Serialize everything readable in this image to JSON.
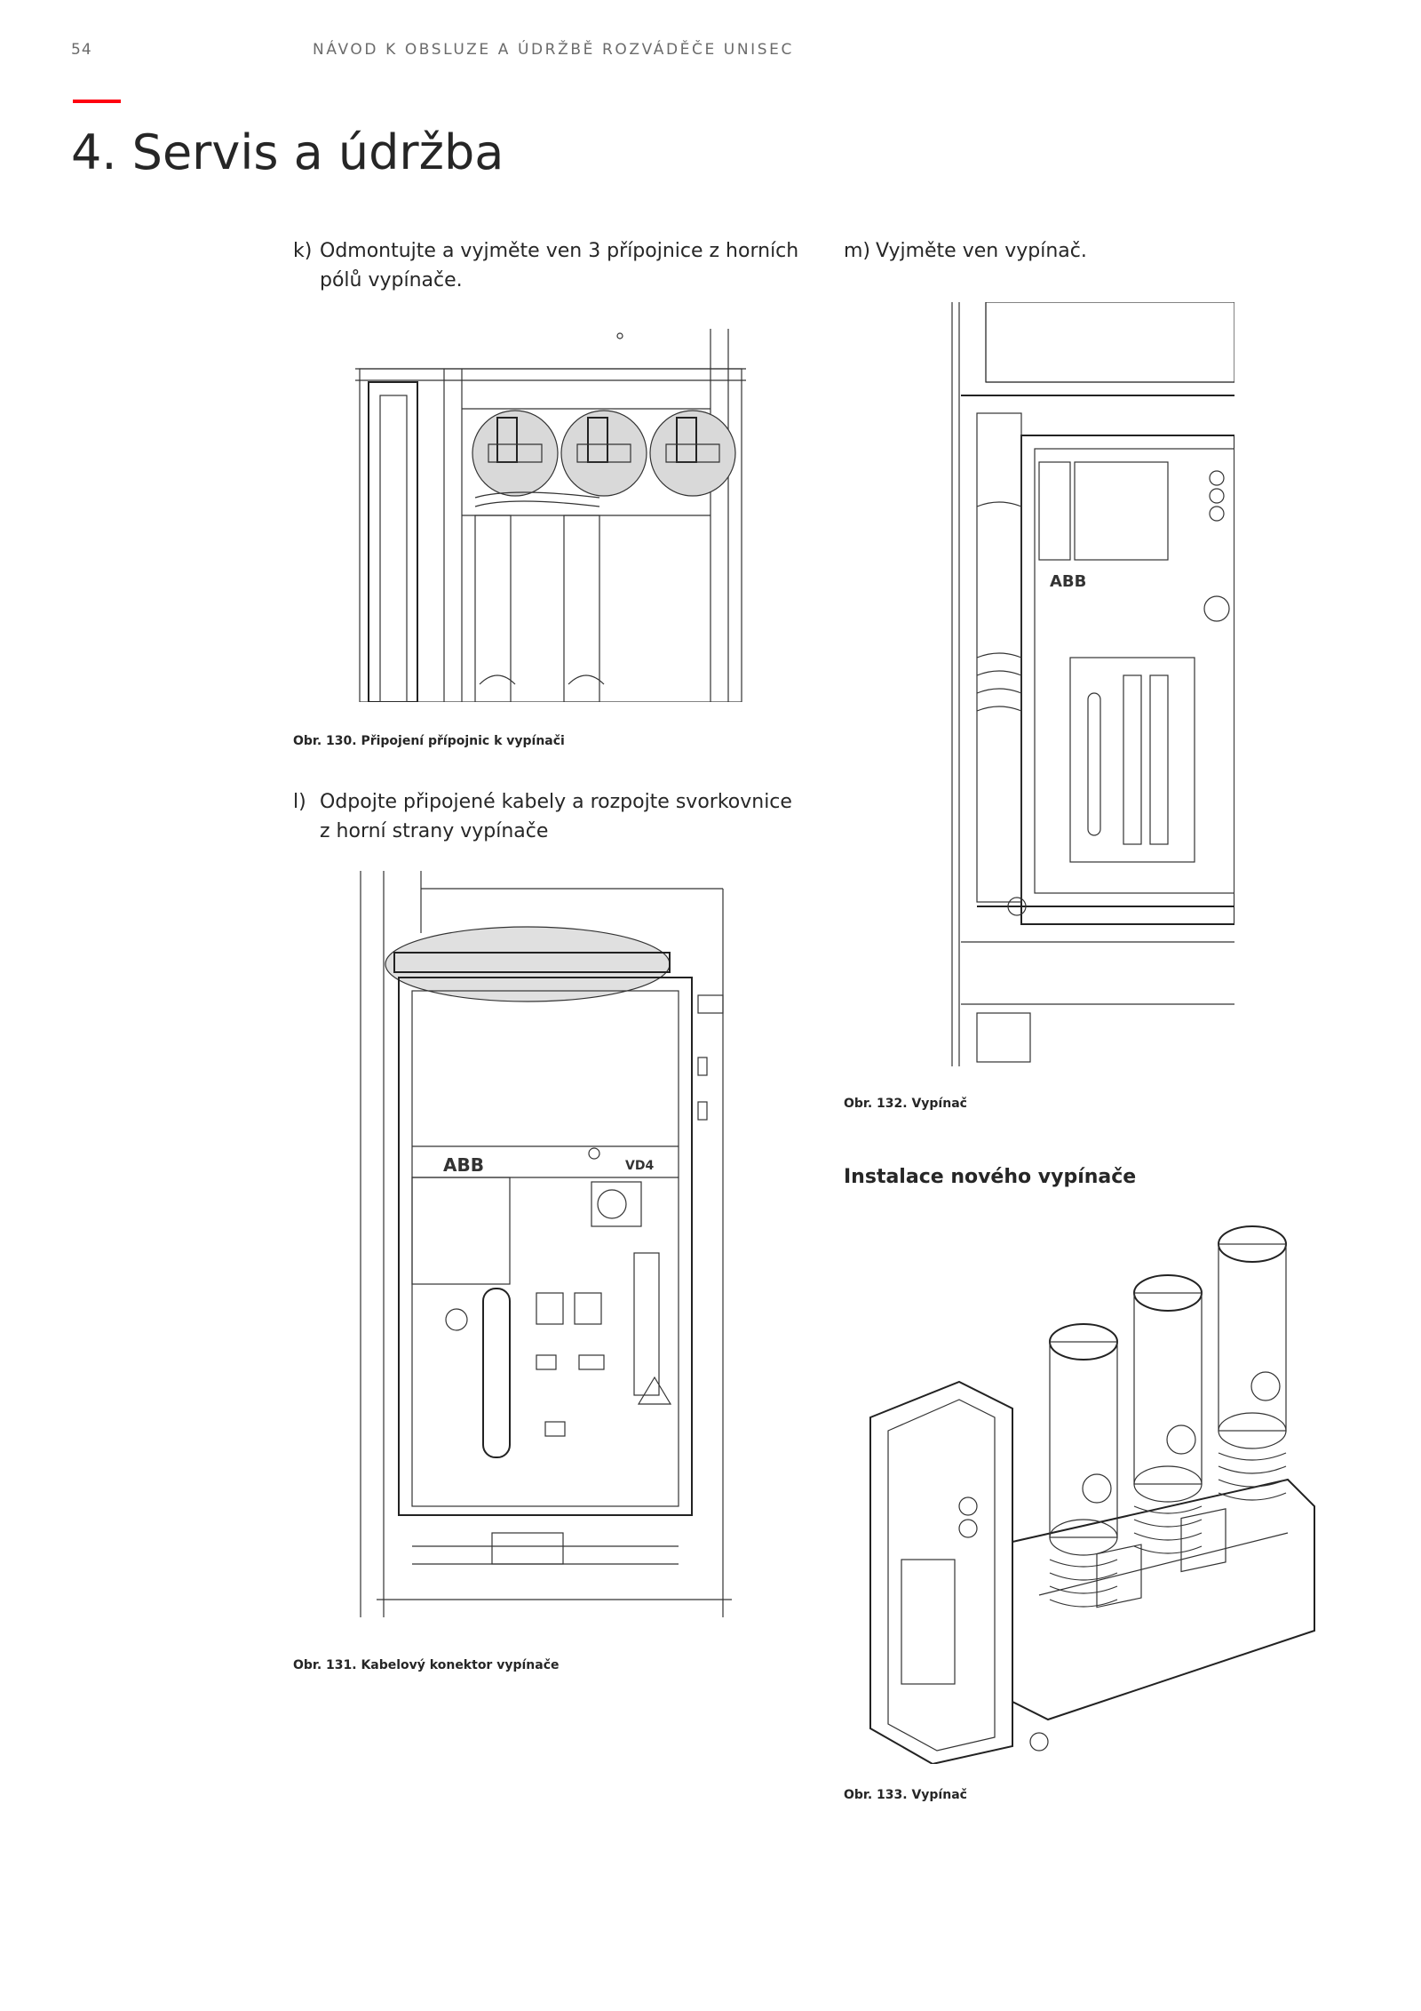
{
  "header": {
    "page_number": "54",
    "running_title": "NÁVOD K OBSLUZE A ÚDRŽBĚ ROZVÁDĚČE UNISEC"
  },
  "chapter": {
    "title": "4. Servis a údržba"
  },
  "steps": {
    "k": {
      "marker": "k)",
      "text": "Odmontujte a vyjměte ven 3 přípojnice z horních pólů vypínače."
    },
    "l": {
      "marker": "l)",
      "text": "Odpojte připojené kabely a rozpojte svorkovnice z horní strany vypínače"
    },
    "m": {
      "marker": "m)",
      "text": "Vyjměte ven vypínač."
    }
  },
  "figures": {
    "fig130": {
      "caption": "Obr. 130. Připojení přípojnic k vypínači"
    },
    "fig131": {
      "caption": "Obr. 131. Kabelový konektor vypínače"
    },
    "fig132": {
      "caption": "Obr. 132. Vypínač"
    },
    "fig133": {
      "caption": "Obr. 133. Vypínač"
    }
  },
  "sections": {
    "install": {
      "heading": "Instalace nového vypínače"
    }
  },
  "colors": {
    "accent": "#ff000f",
    "text": "#262626",
    "muted": "#6b6b6b"
  }
}
